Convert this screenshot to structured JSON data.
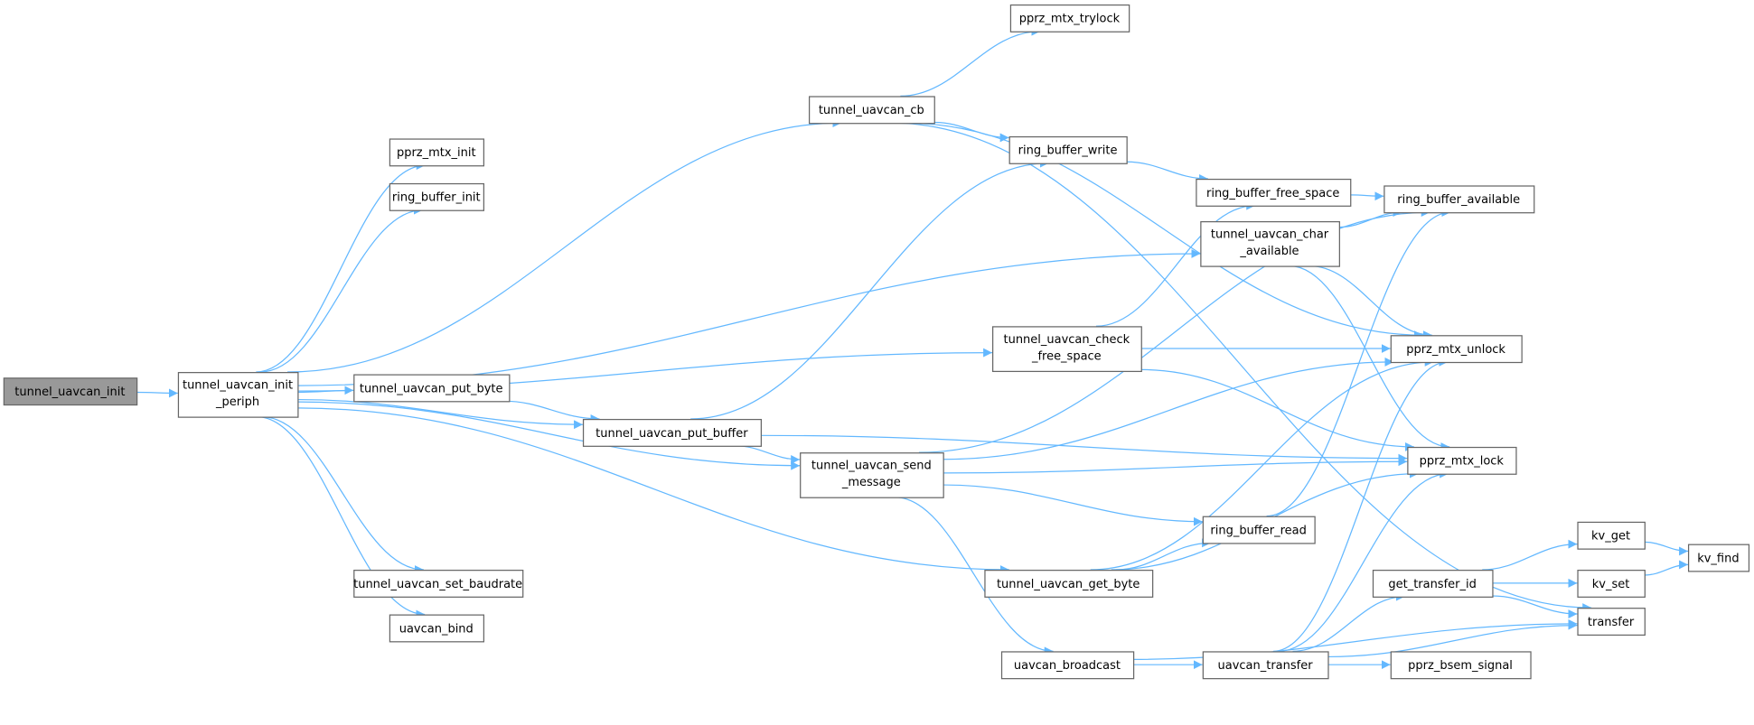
{
  "title": "tunnel_uavcan_init call graph",
  "colors": {
    "edge": "#63b8ff",
    "root_fill": "#999999",
    "node_border": "#666666"
  },
  "nodes": [
    {
      "id": "init",
      "lines": [
        "tunnel_uavcan_init"
      ],
      "root": true
    },
    {
      "id": "init_periph",
      "lines": [
        "tunnel_uavcan_init",
        "_periph"
      ]
    },
    {
      "id": "pprz_mtx_init",
      "lines": [
        "pprz_mtx_init"
      ]
    },
    {
      "id": "ring_buffer_init",
      "lines": [
        "ring_buffer_init"
      ]
    },
    {
      "id": "put_byte",
      "lines": [
        "tunnel_uavcan_put_byte"
      ]
    },
    {
      "id": "set_baudrate",
      "lines": [
        "tunnel_uavcan_set_baudrate"
      ]
    },
    {
      "id": "uavcan_bind",
      "lines": [
        "uavcan_bind"
      ]
    },
    {
      "id": "cb",
      "lines": [
        "tunnel_uavcan_cb"
      ]
    },
    {
      "id": "trylock",
      "lines": [
        "pprz_mtx_trylock"
      ]
    },
    {
      "id": "rb_write",
      "lines": [
        "ring_buffer_write"
      ]
    },
    {
      "id": "rb_free",
      "lines": [
        "ring_buffer_free_space"
      ]
    },
    {
      "id": "rb_avail",
      "lines": [
        "ring_buffer_available"
      ]
    },
    {
      "id": "char_avail",
      "lines": [
        "tunnel_uavcan_char",
        "_available"
      ]
    },
    {
      "id": "check_free",
      "lines": [
        "tunnel_uavcan_check",
        "_free_space"
      ]
    },
    {
      "id": "unlock",
      "lines": [
        "pprz_mtx_unlock"
      ]
    },
    {
      "id": "lock",
      "lines": [
        "pprz_mtx_lock"
      ]
    },
    {
      "id": "put_buffer",
      "lines": [
        "tunnel_uavcan_put_buffer"
      ]
    },
    {
      "id": "send_msg",
      "lines": [
        "tunnel_uavcan_send",
        "_message"
      ]
    },
    {
      "id": "rb_read",
      "lines": [
        "ring_buffer_read"
      ]
    },
    {
      "id": "get_byte",
      "lines": [
        "tunnel_uavcan_get_byte"
      ]
    },
    {
      "id": "get_tid",
      "lines": [
        "get_transfer_id"
      ]
    },
    {
      "id": "kv_get",
      "lines": [
        "kv_get"
      ]
    },
    {
      "id": "kv_set",
      "lines": [
        "kv_set"
      ]
    },
    {
      "id": "kv_find",
      "lines": [
        "kv_find"
      ]
    },
    {
      "id": "transfer",
      "lines": [
        "transfer"
      ]
    },
    {
      "id": "broadcast",
      "lines": [
        "uavcan_broadcast"
      ]
    },
    {
      "id": "uavcan_transfer",
      "lines": [
        "uavcan_transfer"
      ]
    },
    {
      "id": "bsem",
      "lines": [
        "pprz_bsem_signal"
      ]
    }
  ],
  "edges": [
    [
      "init",
      "init_periph"
    ],
    [
      "init_periph",
      "pprz_mtx_init"
    ],
    [
      "init_periph",
      "ring_buffer_init"
    ],
    [
      "init_periph",
      "cb"
    ],
    [
      "init_periph",
      "char_avail"
    ],
    [
      "init_periph",
      "check_free"
    ],
    [
      "init_periph",
      "put_byte"
    ],
    [
      "init_periph",
      "put_buffer"
    ],
    [
      "init_periph",
      "send_msg"
    ],
    [
      "init_periph",
      "get_byte"
    ],
    [
      "init_periph",
      "set_baudrate"
    ],
    [
      "init_periph",
      "uavcan_bind"
    ],
    [
      "cb",
      "trylock"
    ],
    [
      "cb",
      "rb_write"
    ],
    [
      "cb",
      "unlock"
    ],
    [
      "cb",
      "transfer"
    ],
    [
      "rb_write",
      "rb_free"
    ],
    [
      "rb_free",
      "rb_avail"
    ],
    [
      "char_avail",
      "rb_avail"
    ],
    [
      "char_avail",
      "unlock"
    ],
    [
      "char_avail",
      "lock"
    ],
    [
      "check_free",
      "rb_free"
    ],
    [
      "check_free",
      "unlock"
    ],
    [
      "check_free",
      "lock"
    ],
    [
      "put_byte",
      "put_buffer"
    ],
    [
      "put_buffer",
      "rb_write"
    ],
    [
      "put_buffer",
      "send_msg"
    ],
    [
      "put_buffer",
      "lock"
    ],
    [
      "send_msg",
      "rb_avail"
    ],
    [
      "send_msg",
      "unlock"
    ],
    [
      "send_msg",
      "lock"
    ],
    [
      "send_msg",
      "rb_read"
    ],
    [
      "send_msg",
      "broadcast"
    ],
    [
      "rb_read",
      "rb_avail"
    ],
    [
      "get_byte",
      "rb_read"
    ],
    [
      "get_byte",
      "unlock"
    ],
    [
      "get_byte",
      "lock"
    ],
    [
      "broadcast",
      "uavcan_transfer"
    ],
    [
      "broadcast",
      "transfer"
    ],
    [
      "uavcan_transfer",
      "get_tid"
    ],
    [
      "uavcan_transfer",
      "transfer"
    ],
    [
      "uavcan_transfer",
      "bsem"
    ],
    [
      "uavcan_transfer",
      "unlock"
    ],
    [
      "uavcan_transfer",
      "lock"
    ],
    [
      "get_tid",
      "kv_get"
    ],
    [
      "get_tid",
      "kv_set"
    ],
    [
      "get_tid",
      "transfer"
    ],
    [
      "kv_get",
      "kv_find"
    ],
    [
      "kv_set",
      "kv_find"
    ]
  ]
}
